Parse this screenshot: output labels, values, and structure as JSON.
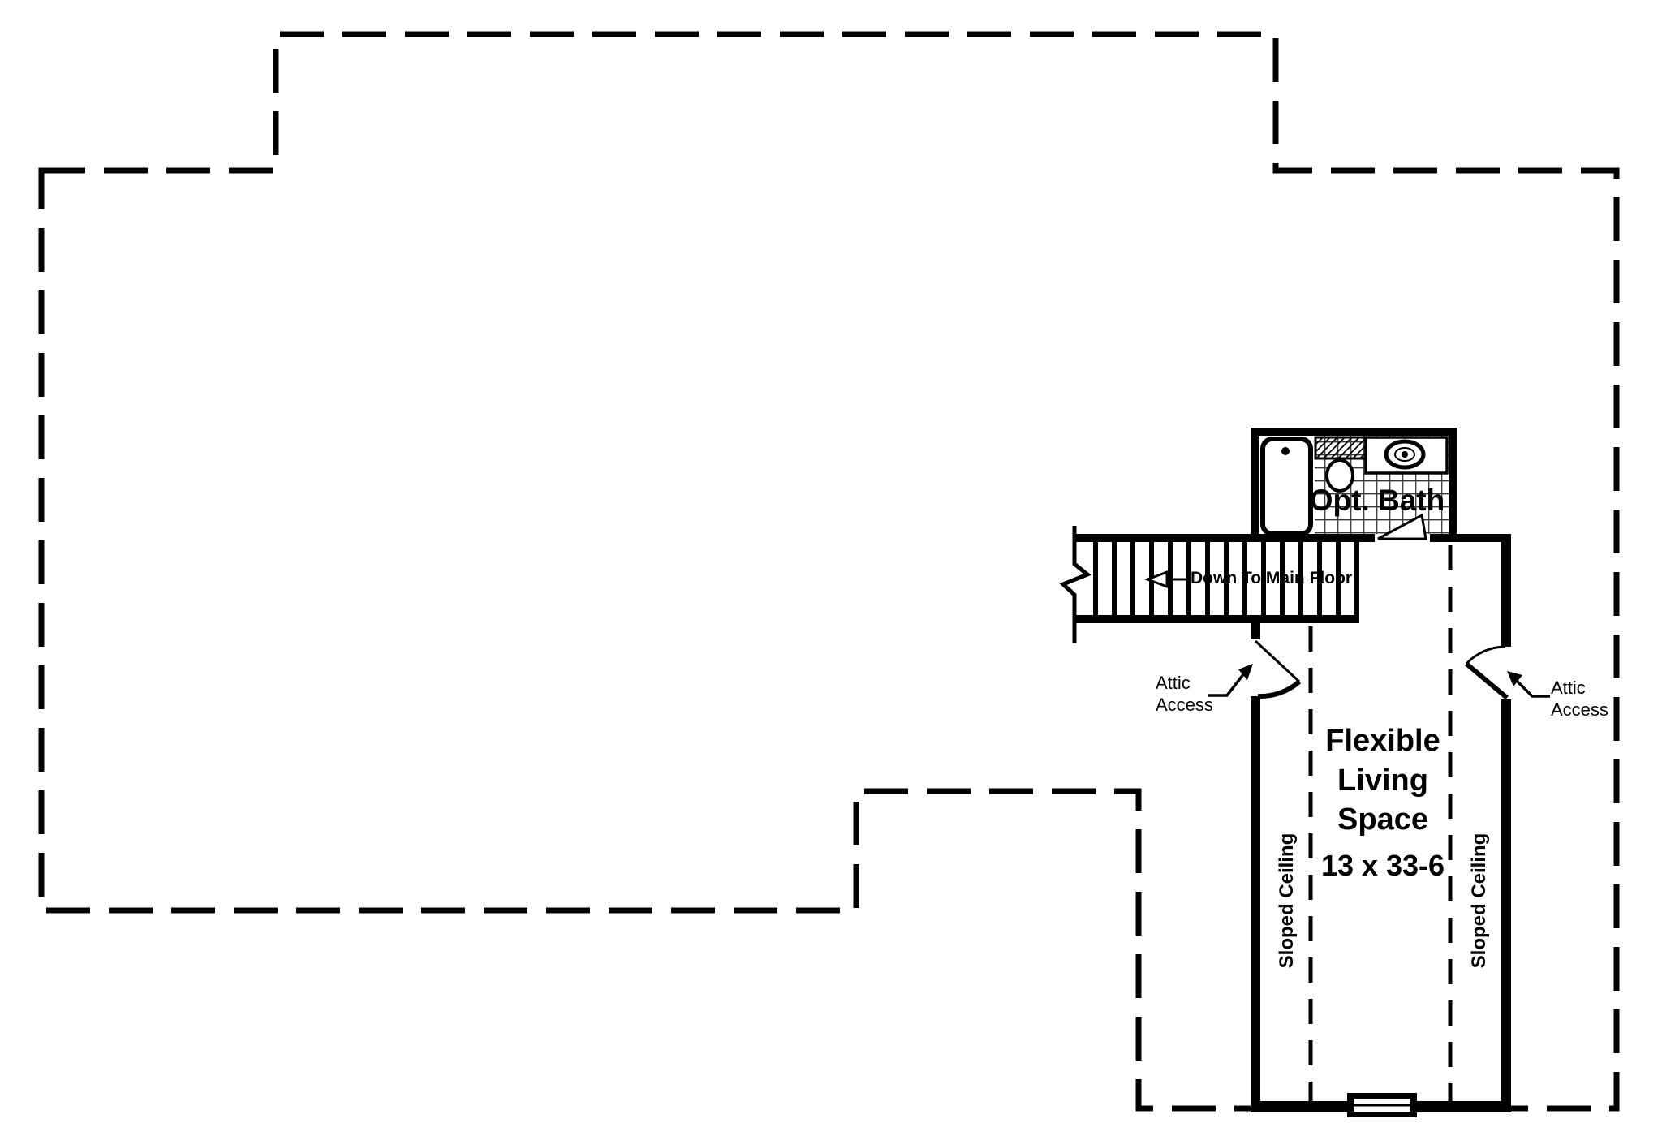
{
  "page": {
    "background_color": "#ffffff",
    "line_color": "#000000"
  },
  "floorplan": {
    "bath": {
      "label": "Opt. Bath"
    },
    "stairs": {
      "label": "Down To Main Floor",
      "direction_icon": "left-arrow"
    },
    "attic_left": {
      "line1": "Attic",
      "line2": "Access"
    },
    "attic_right": {
      "line1": "Attic",
      "line2": "Access"
    },
    "room": {
      "title_lines": [
        "Flexible",
        "Living",
        "Space"
      ],
      "dimensions": "13 x 33-6"
    },
    "ceiling_left": {
      "label": "Sloped Ceiling"
    },
    "ceiling_right": {
      "label": "Sloped Ceiling"
    }
  }
}
